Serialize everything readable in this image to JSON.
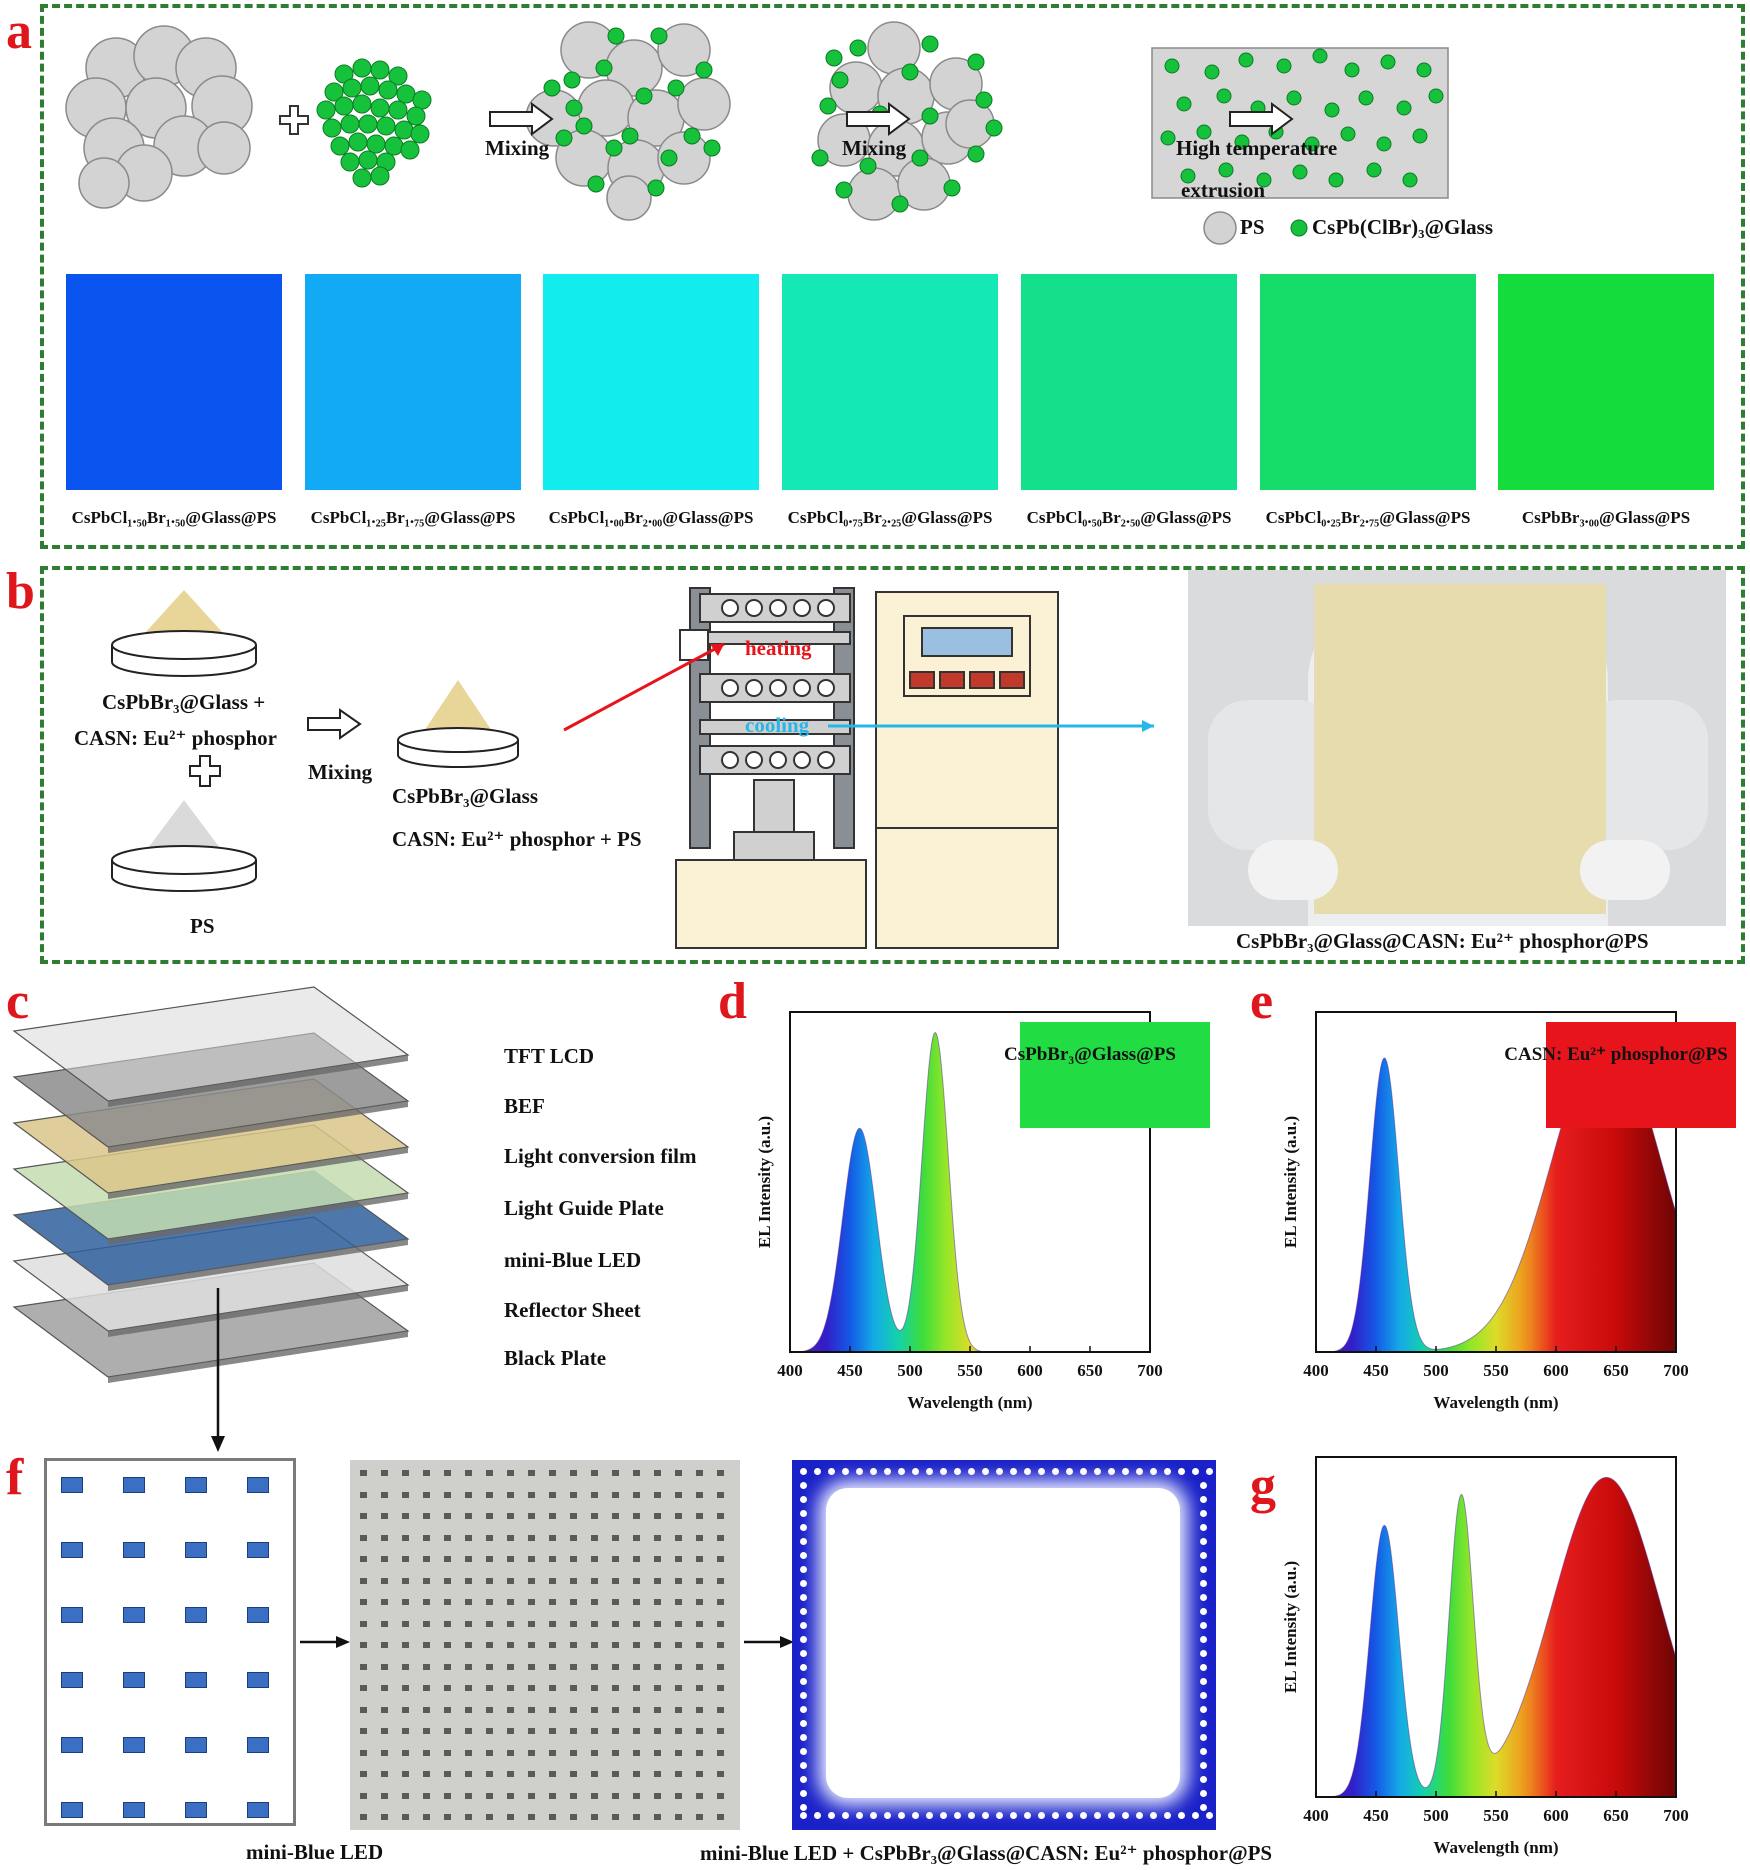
{
  "panel_labels": {
    "a": "a",
    "b": "b",
    "c": "c",
    "d": "d",
    "e": "e",
    "f": "f",
    "g": "g"
  },
  "panel_a": {
    "mixing_1": "Mixing",
    "mixing_2": "Mixing",
    "extrusion_1": "High temperature",
    "extrusion_2": "extrusion",
    "legend_ps": "PS",
    "legend_glass": "CsPb(ClBr)₃@Glass",
    "swatches": [
      {
        "caption": "CsPbCl₁.₅₀Br₁.₅₀@Glass@PS",
        "color": "#0a55f0"
      },
      {
        "caption": "CsPbCl₁.₂₅Br₁.₇₅@Glass@PS",
        "color": "#12a9f5"
      },
      {
        "caption": "CsPbCl₁.₀₀Br₂.₀₀@Glass@PS",
        "color": "#12ecec"
      },
      {
        "caption": "CsPbCl₀.₇₅Br₂.₂₅@Glass@PS",
        "color": "#14e8b4"
      },
      {
        "caption": "CsPbCl₀.₅₀Br₂.₅₀@Glass@PS",
        "color": "#14e08c"
      },
      {
        "caption": "CsPbCl₀.₂₅Br₂.₇₅@Glass@PS",
        "color": "#16dc6a"
      },
      {
        "caption": "CsPbBr₃.₀₀@Glass@PS",
        "color": "#14dc3c"
      }
    ]
  },
  "panel_b": {
    "glass_line1": "CsPbBr₃@Glass +",
    "glass_line2": "CASN: Eu²⁺ phosphor",
    "mixing": "Mixing",
    "mix_line1": "CsPbBr₃@Glass",
    "mix_line2": "CASN: Eu²⁺ phosphor + PS",
    "ps": "PS",
    "heating": "heating",
    "cooling": "cooling",
    "photo_caption": "CsPbBr₃@Glass@CASN: Eu²⁺ phosphor@PS"
  },
  "panel_c": {
    "layers": [
      {
        "label": "TFT LCD",
        "color": "#d9d9d9"
      },
      {
        "label": "BEF",
        "color": "#8c8c8c"
      },
      {
        "label": "Light conversion film",
        "color": "#d9c68a"
      },
      {
        "label": "Light Guide Plate",
        "color": "#c4ddb0"
      },
      {
        "label": "mini-Blue LED",
        "color": "#2f5f9c"
      },
      {
        "label": "Reflector Sheet",
        "color": "#dedede"
      },
      {
        "label": "Black Plate",
        "color": "#a0a0a0"
      }
    ]
  },
  "panel_f": {
    "caption_left": "mini-Blue LED",
    "caption_right": "mini-Blue LED + CsPbBr₃@Glass@CASN: Eu²⁺ phosphor@PS"
  },
  "chart_data": [
    {
      "type": "area",
      "panel": "d",
      "title": "CsPbBr₃@Glass@PS",
      "xlabel": "Wavelength (nm)",
      "ylabel": "EL Intensity (a.u.)",
      "xlim": [
        400,
        700
      ],
      "x_ticks": [
        "400",
        "450",
        "500",
        "550",
        "600",
        "650",
        "700"
      ],
      "box_color": "#22dc44",
      "peaks": [
        {
          "center": 458,
          "height": 0.7,
          "width": 14
        },
        {
          "center": 521,
          "height": 1.0,
          "width": 11
        }
      ]
    },
    {
      "type": "area",
      "panel": "e",
      "title": "CASN: Eu²⁺ phosphor@PS",
      "xlabel": "Wavelength (nm)",
      "ylabel": "EL Intensity (a.u.)",
      "xlim": [
        400,
        700
      ],
      "x_ticks": [
        "400",
        "450",
        "500",
        "550",
        "600",
        "650",
        "700"
      ],
      "box_color": "#e8141c",
      "peaks": [
        {
          "center": 457,
          "height": 0.92,
          "width": 12
        },
        {
          "center": 642,
          "height": 1.0,
          "width": 45
        }
      ]
    },
    {
      "type": "area",
      "panel": "g",
      "title": "",
      "xlabel": "Wavelength (nm)",
      "ylabel": "EL Intensity (a.u.)",
      "xlim": [
        400,
        700
      ],
      "x_ticks": [
        "400",
        "450",
        "500",
        "550",
        "600",
        "650",
        "700"
      ],
      "peaks": [
        {
          "center": 457,
          "height": 0.85,
          "width": 12
        },
        {
          "center": 521,
          "height": 0.92,
          "width": 10
        },
        {
          "center": 642,
          "height": 1.0,
          "width": 45
        }
      ]
    }
  ]
}
